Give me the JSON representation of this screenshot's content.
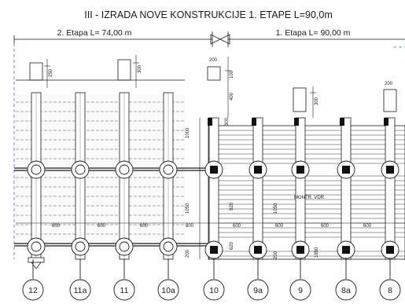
{
  "title": "III - IZRADA NOVE KONSTRUKCIJE 1. ETAPE L=90,0m",
  "stage2_label": "2. Etapa L= 74,00 m",
  "stage1_label": "1. Etapa L= 90,00 m",
  "dims": {
    "d_250": "250",
    "d_300a": "300",
    "d_300b": "300",
    "d_300c": "300",
    "d_200a": "200",
    "d_200b": "200",
    "d_400": "400",
    "d_100": "100",
    "d_1000": "1000",
    "d_1050": "1050",
    "d_200_left": "200",
    "d_200_right": "200",
    "d_600a": "600",
    "d_600b": "600",
    "d_600c": "600",
    "d_600d": "600",
    "d_600e": "600",
    "d_600f": "600",
    "d_600g": "600",
    "d_800": "800",
    "d_620": "620",
    "d_920": "920",
    "d_1050b": "1050",
    "d_1850": "1850"
  },
  "note": "MONTR. VDR",
  "axes": [
    "12",
    "11a",
    "11",
    "10a",
    "10",
    "9a",
    "9",
    "8a",
    "8"
  ],
  "colors": {
    "line": "#1a1a1a",
    "dash": "#2a7de1",
    "hatch": "#e8e8e8",
    "pile": "#111111"
  }
}
